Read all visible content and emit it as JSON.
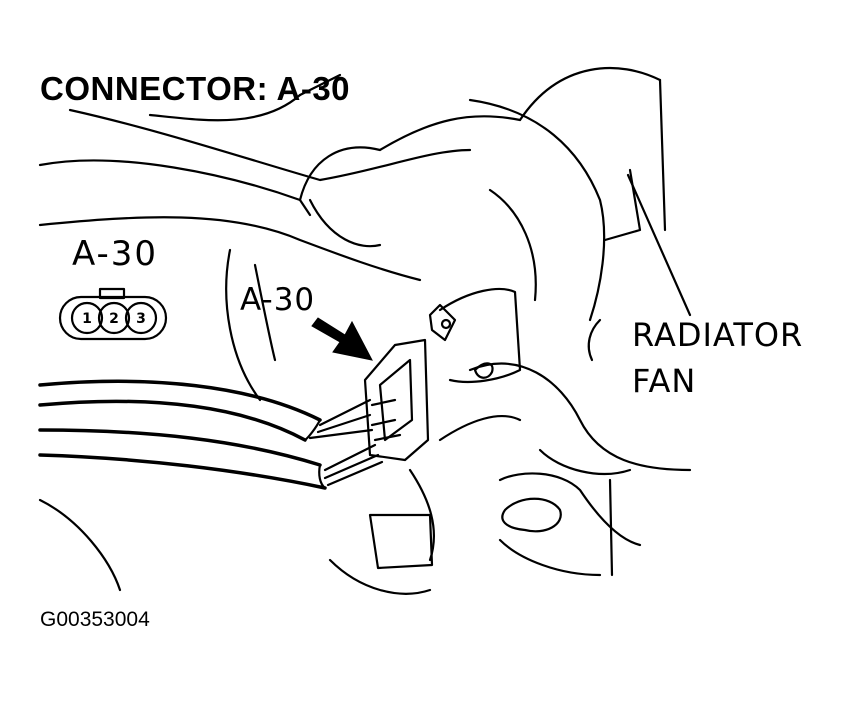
{
  "title": "CONNECTOR: A-30",
  "connector_face": {
    "code": "A-30",
    "pins": [
      "1",
      "2",
      "3"
    ]
  },
  "callout_label": "A-30",
  "component_label": {
    "line1": "RADIATOR",
    "line2": "FAN"
  },
  "figure_id": "G00353004",
  "colors": {
    "ink": "#000000",
    "background": "#ffffff"
  }
}
